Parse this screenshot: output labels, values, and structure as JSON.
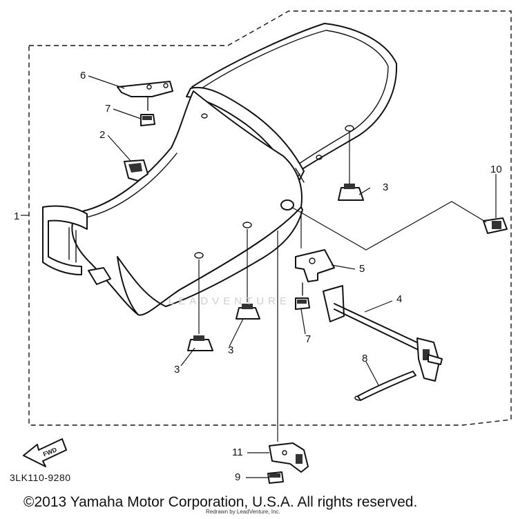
{
  "callouts": {
    "c1": "1",
    "c2": "2",
    "c3a": "3",
    "c3b": "3",
    "c3c": "3",
    "c4": "4",
    "c5": "5",
    "c6": "6",
    "c7a": "7",
    "c7b": "7",
    "c8": "8",
    "c9": "9",
    "c10": "10",
    "c11": "11"
  },
  "fwd_label": "FWD",
  "part_code": "3LK110-9280",
  "watermark": "LEADVENTURE",
  "copyright": "©2013 Yamaha Motor Corporation, U.S.A. All rights reserved.",
  "redraw_note": "Redrawn by LeadVenture, Inc."
}
